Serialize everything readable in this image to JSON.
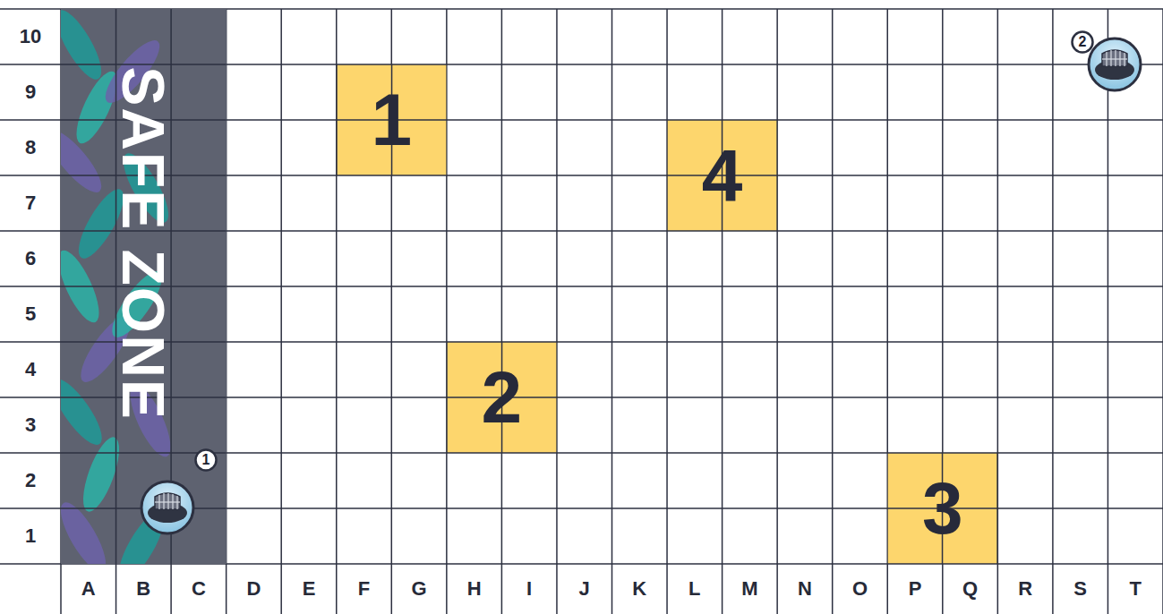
{
  "diagram": {
    "nodes": [
      {
        "text": [
          "SAFE ZONE"
        ]
      },
      {
        "text": [
          "2"
        ]
      },
      {
        "text": [
          "1"
        ]
      },
      {
        "text": [
          "4"
        ]
      },
      {
        "text": [
          "2"
        ]
      },
      {
        "text": [
          "3"
        ]
      },
      {
        "text": [
          "1"
        ]
      }
    ],
    "labels": [
      "10",
      "9",
      "8",
      "7",
      "6",
      "5",
      "4",
      "3",
      "2",
      "1",
      "A",
      "B",
      "C",
      "D",
      "E",
      "F",
      "G",
      "H",
      "I",
      "J",
      "K",
      "L",
      "M",
      "N",
      "O",
      "P",
      "Q",
      "R",
      "S",
      "T"
    ]
  }
}
